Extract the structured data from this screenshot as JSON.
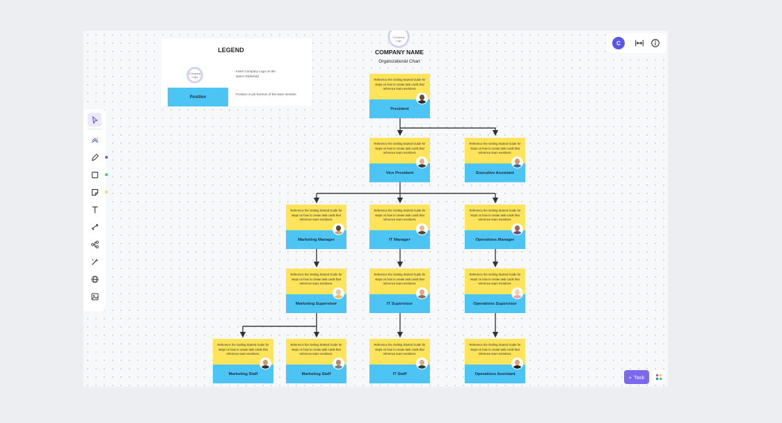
{
  "legend": {
    "title": "LEGEND",
    "logo_text": "Company Logo",
    "logo_desc": "Insert Company Logo on the space (Optional)",
    "position_label": "Position",
    "position_desc": "Position or job function of the team member"
  },
  "header": {
    "logo_text": "Company Logo",
    "company_name": "COMPANY NAME",
    "subtitle": "Organizational Chart"
  },
  "card_text": "Reference the Getting Started Guide for steps on how to create task cards that reference team members.",
  "cards": [
    {
      "id": "president",
      "title": "President"
    },
    {
      "id": "vice-president",
      "title": "Vice President"
    },
    {
      "id": "executive-assistant",
      "title": "Executive Assistant"
    },
    {
      "id": "marketing-manager",
      "title": "Marketing Manager"
    },
    {
      "id": "it-manager",
      "title": "IT Manager"
    },
    {
      "id": "operations-manager",
      "title": "Operations Manager"
    },
    {
      "id": "marketing-supervisor",
      "title": "Marketing Supervisor"
    },
    {
      "id": "it-supervisor",
      "title": "IT Supervisor"
    },
    {
      "id": "operations-supervisor",
      "title": "Operations Supervisor"
    },
    {
      "id": "marketing-staff-1",
      "title": "Marketing Staff"
    },
    {
      "id": "marketing-staff-2",
      "title": "Marketing Staff"
    },
    {
      "id": "it-staff",
      "title": "IT Staff"
    },
    {
      "id": "operations-assistant",
      "title": "Operations Assistant"
    }
  ],
  "toolbar": {
    "tools": [
      "cursor-icon",
      "ai-templates-icon",
      "pen-icon",
      "shape-icon",
      "sticky-note-icon",
      "text-icon",
      "connector-icon",
      "mind-map-icon",
      "magic-icon",
      "globe-icon",
      "image-icon"
    ]
  },
  "top_panel": {
    "user_initial": "C"
  },
  "task_button": {
    "label": "Task"
  },
  "colors": {
    "card_yellow": "#fde45a",
    "card_blue": "#4cc4f4",
    "accent": "#7b68ee",
    "user_avatar": "#5b57e6"
  }
}
